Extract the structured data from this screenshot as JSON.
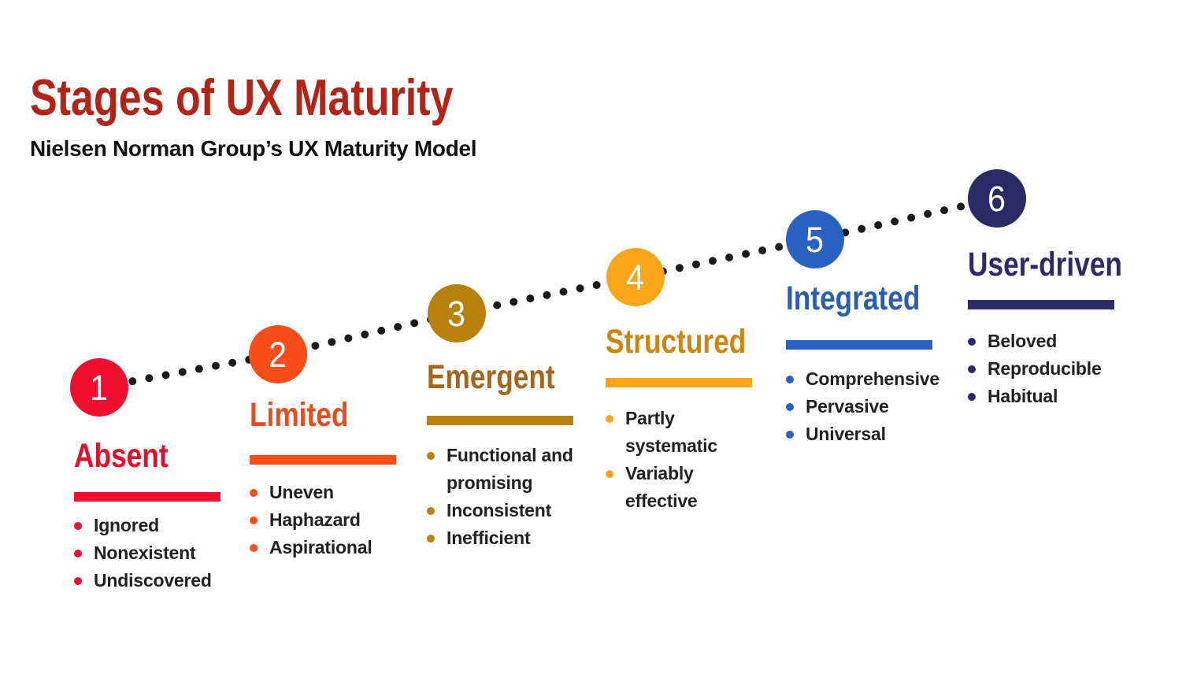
{
  "header": {
    "title": "Stages of UX Maturity",
    "title_color": "#B22418",
    "subtitle": "Nielsen Norman Group’s UX Maturity Model",
    "subtitle_color": "#111111"
  },
  "connector": {
    "style": "dotted-ascending-line",
    "color": "#1A1A1A"
  },
  "bullet_text_color": "#212121",
  "background_color": "#FFFFFF",
  "stages": [
    {
      "number": "1",
      "title": "Absent",
      "color": "#EF0D30",
      "title_color": "#E10E2D",
      "number_color": "#FFFFFF",
      "bullets": [
        [
          "Ignored"
        ],
        [
          "Nonexistent"
        ],
        [
          "Undiscovered"
        ]
      ]
    },
    {
      "number": "2",
      "title": "Limited",
      "color": "#F94D1A",
      "title_color": "#E44D1F",
      "number_color": "#FFFFFF",
      "bullets": [
        [
          "Uneven"
        ],
        [
          "Haphazard"
        ],
        [
          "Aspirational"
        ]
      ]
    },
    {
      "number": "3",
      "title": "Emergent",
      "color": "#B8800D",
      "title_color": "#A3661C",
      "number_color": "#FFFFFF",
      "bullets": [
        [
          "Functional and",
          "promising"
        ],
        [
          "Inconsistent"
        ],
        [
          "Inefficient"
        ]
      ]
    },
    {
      "number": "4",
      "title": "Structured",
      "color": "#F9A51A",
      "title_color": "#CB860E",
      "number_color": "#FFFFFF",
      "bullets": [
        [
          "Partly",
          "systematic"
        ],
        [
          "Variably",
          "effective"
        ]
      ]
    },
    {
      "number": "5",
      "title": "Integrated",
      "color": "#2A62C3",
      "title_color": "#2B5DAD",
      "number_color": "#FFFFFF",
      "bullets": [
        [
          "Comprehensive"
        ],
        [
          "Pervasive"
        ],
        [
          "Universal"
        ]
      ]
    },
    {
      "number": "6",
      "title": "User-driven",
      "color": "#2C2A64",
      "title_color": "#2E2A66",
      "number_color": "#FFFFFF",
      "bullets": [
        [
          "Beloved"
        ],
        [
          "Reproducible"
        ],
        [
          "Habitual"
        ]
      ]
    }
  ]
}
